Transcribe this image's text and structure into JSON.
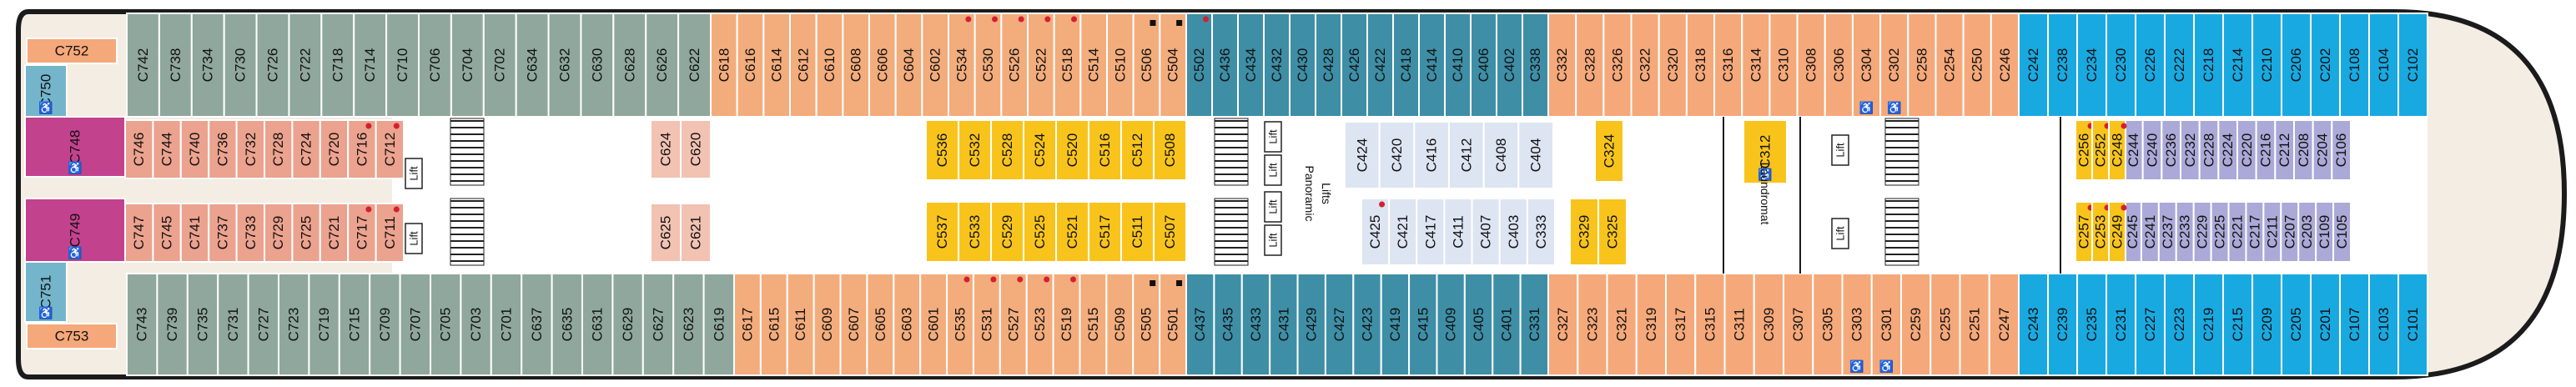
{
  "deck": {
    "colors": {
      "grey": "#8fa79d",
      "peach": "#f3ac7c",
      "teal": "#3e8ea6",
      "orange": "#f5a87a",
      "blue": "#19a9e1",
      "salmon": "#eba28e",
      "magenta": "#c3428e",
      "lightblue": "#74b5cb",
      "yellow": "#f8c41c",
      "lavender": "#aba9d7",
      "pale": "#dde4f2",
      "pink": "#f2c2b3",
      "corridor": "#f3ede3",
      "hull": "#1b1b1b",
      "dot": "#d3202f"
    },
    "labels": {
      "panoramic": "Panoramic",
      "lifts": "Lifts",
      "laundromat": "Laundromat",
      "lift": "Lift"
    },
    "blocks": [
      {
        "color": "grey",
        "cabins": [
          "C742",
          "C738",
          "C734",
          "C730",
          "C726",
          "C722",
          "C718",
          "C714",
          "C710",
          "C706",
          "C704",
          "C702",
          "C634",
          "C632",
          "C630",
          "C628",
          "C626",
          "C622"
        ],
        "dots": []
      },
      {
        "color": "peach",
        "cabins": [
          "C618",
          "C616",
          "C614",
          "C612",
          "C610",
          "C608",
          "C606",
          "C604",
          "C602",
          "C534",
          "C530",
          "C526",
          "C522",
          "C518",
          "C514",
          "C510",
          "C506",
          "C504"
        ],
        "dots": [
          "C534",
          "C530",
          "C526",
          "C522",
          "C518"
        ],
        "squares": [
          "C506",
          "C504"
        ]
      },
      {
        "color": "teal",
        "cabins": [
          "C502",
          "C436",
          "C434",
          "C432",
          "C430",
          "C428",
          "C426",
          "C422",
          "C418",
          "C414",
          "C410",
          "C406",
          "C402",
          "C338"
        ],
        "dots": [
          "C502"
        ]
      },
      {
        "color": "orange",
        "cabins": [
          "C332",
          "C328",
          "C326",
          "C322",
          "C320",
          "C318",
          "C316",
          "C314",
          "C310",
          "C308",
          "C306",
          "C304",
          "C302",
          "C258",
          "C254",
          "C250",
          "C246"
        ],
        "dots": [],
        "access": [
          "C304",
          "C302"
        ]
      },
      {
        "color": "blue",
        "cabins": [
          "C242",
          "C238",
          "C234",
          "C230",
          "C226",
          "C222",
          "C218",
          "C214",
          "C210",
          "C206",
          "C202",
          "C108",
          "C104",
          "C102"
        ],
        "dots": []
      },
      {
        "color": "salmon",
        "cabins": [
          "C746",
          "C744",
          "C740",
          "C736",
          "C732",
          "C728",
          "C724",
          "C720",
          "C716",
          "C712"
        ],
        "dots": [
          "C716",
          "C712"
        ]
      },
      {
        "color": "salmon",
        "cabins": [
          "C747",
          "C745",
          "C741",
          "C737",
          "C733",
          "C729",
          "C725",
          "C721",
          "C717",
          "C711"
        ],
        "dots": [
          "C717",
          "C711"
        ]
      },
      {
        "color": "pink",
        "cabins": [
          "C624",
          "C620"
        ],
        "dots": []
      },
      {
        "color": "pink",
        "cabins": [
          "C625",
          "C621"
        ],
        "dots": []
      },
      {
        "color": "yellow",
        "cabins": [
          "C536",
          "C532",
          "C528",
          "C524",
          "C520",
          "C516",
          "C512",
          "C508"
        ],
        "dots": []
      },
      {
        "color": "yellow",
        "cabins": [
          "C537",
          "C533",
          "C529",
          "C525",
          "C521",
          "C517",
          "C511",
          "C507"
        ],
        "dots": []
      },
      {
        "color": "pale",
        "cabins": [
          "C424",
          "C420",
          "C416",
          "C412",
          "C408",
          "C404"
        ],
        "dots": []
      },
      {
        "color": "pale",
        "cabins": [
          "C425",
          "C421",
          "C417",
          "C411",
          "C407",
          "C403",
          "C333"
        ],
        "dots": [
          "C425"
        ]
      },
      {
        "color": "yellow",
        "cabins": [
          "C324",
          "C312",
          "C329",
          "C325"
        ],
        "dots": [],
        "access": [
          "C312"
        ]
      },
      {
        "color": "yellow",
        "cabins": [
          "C256",
          "C252",
          "C248",
          "C257",
          "C253",
          "C249"
        ],
        "dots": [
          "C256",
          "C252",
          "C248",
          "C257",
          "C253",
          "C249"
        ]
      },
      {
        "color": "lavender",
        "cabins": [
          "C244",
          "C240",
          "C236",
          "C232",
          "C228",
          "C224",
          "C220",
          "C216",
          "C212",
          "C208",
          "C204",
          "C106"
        ],
        "dots": []
      },
      {
        "color": "lavender",
        "cabins": [
          "C245",
          "C241",
          "C237",
          "C233",
          "C229",
          "C225",
          "C221",
          "C217",
          "C211",
          "C207",
          "C203",
          "C109",
          "C105"
        ],
        "dots": []
      },
      {
        "color": "grey",
        "cabins": [
          "C743",
          "C739",
          "C735",
          "C731",
          "C727",
          "C723",
          "C719",
          "C715",
          "C709",
          "C707",
          "C705",
          "C703",
          "C701",
          "C637",
          "C635",
          "C631",
          "C629",
          "C627",
          "C623",
          "C619"
        ],
        "dots": []
      },
      {
        "color": "peach",
        "cabins": [
          "C617",
          "C615",
          "C611",
          "C609",
          "C607",
          "C605",
          "C603",
          "C601",
          "C535",
          "C531",
          "C527",
          "C523",
          "C519",
          "C515",
          "C509",
          "C505",
          "C501"
        ],
        "dots": [
          "C535",
          "C531",
          "C527",
          "C523",
          "C519"
        ],
        "squares": [
          "C505",
          "C501"
        ]
      },
      {
        "color": "teal",
        "cabins": [
          "C437",
          "C435",
          "C433",
          "C431",
          "C429",
          "C427",
          "C423",
          "C419",
          "C415",
          "C409",
          "C405",
          "C401",
          "C331"
        ],
        "dots": []
      },
      {
        "color": "orange",
        "cabins": [
          "C327",
          "C323",
          "C321",
          "C319",
          "C317",
          "C315",
          "C311",
          "C309",
          "C307",
          "C305",
          "C303",
          "C301",
          "C259",
          "C255",
          "C251",
          "C247"
        ],
        "dots": [],
        "access": [
          "C303",
          "C301"
        ]
      },
      {
        "color": "blue",
        "cabins": [
          "C243",
          "C239",
          "C235",
          "C231",
          "C227",
          "C223",
          "C219",
          "C215",
          "C209",
          "C205",
          "C201",
          "C107",
          "C103",
          "C101"
        ],
        "dots": []
      },
      {
        "color": "orange",
        "cabins": [
          "C752",
          "C753"
        ],
        "dots": []
      },
      {
        "color": "magenta",
        "cabins": [
          "C748",
          "C749"
        ],
        "dots": []
      },
      {
        "color": "lightblue",
        "cabins": [
          "C750",
          "C751"
        ],
        "dots": []
      }
    ]
  }
}
